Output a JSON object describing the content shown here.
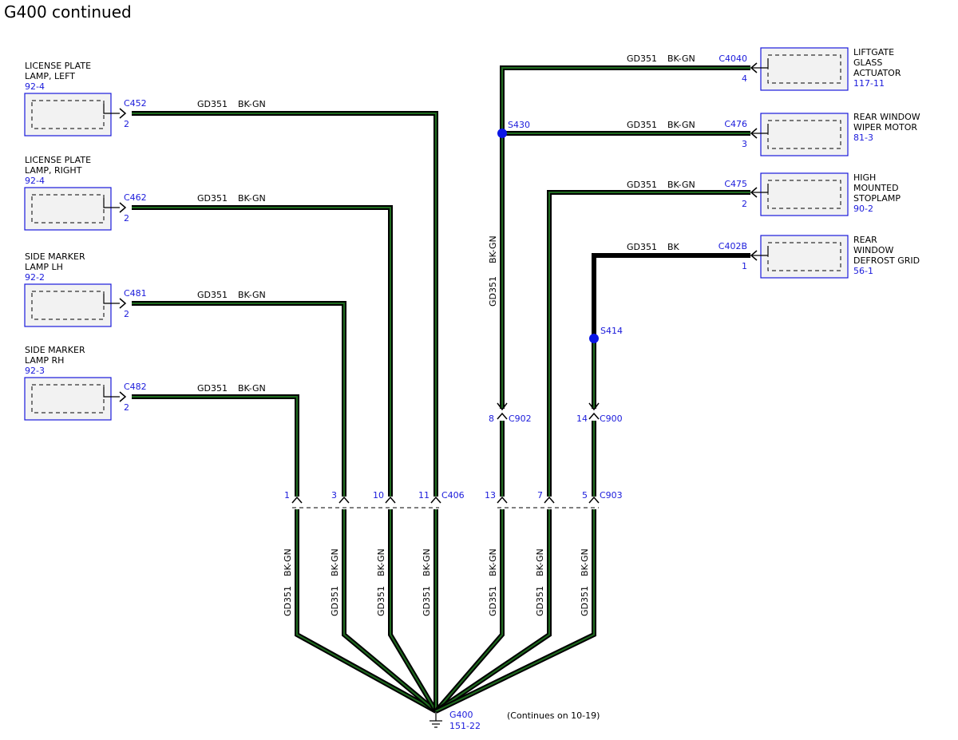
{
  "title": "G400 continued",
  "colors": {
    "wire_outline": "#000000",
    "wire_stripe": "#1f6b1f",
    "blue": "#1a1adb",
    "component_fill": "#f2f2f2",
    "splice": "#0b16e6"
  },
  "components": {
    "lic_left": {
      "lines": [
        "LICENSE PLATE",
        "LAMP, LEFT"
      ],
      "ref": "92-4",
      "connector": "C452",
      "pin": "2"
    },
    "lic_right": {
      "lines": [
        "LICENSE PLATE",
        "LAMP, RIGHT"
      ],
      "ref": "92-4",
      "connector": "C462",
      "pin": "2"
    },
    "side_lh": {
      "lines": [
        "SIDE MARKER",
        "LAMP LH"
      ],
      "ref": "92-2",
      "connector": "C481",
      "pin": "2"
    },
    "side_rh": {
      "lines": [
        "SIDE MARKER",
        "LAMP RH"
      ],
      "ref": "92-3",
      "connector": "C482",
      "pin": "2"
    },
    "liftgate": {
      "lines": [
        "LIFTGATE",
        "GLASS",
        "ACTUATOR"
      ],
      "ref": "117-11",
      "connector": "C4040",
      "pin": "4"
    },
    "wiper": {
      "lines": [
        "REAR WINDOW",
        "WIPER MOTOR"
      ],
      "ref": "81-3",
      "connector": "C476",
      "pin": "3"
    },
    "stoplamp": {
      "lines": [
        "HIGH",
        "MOUNTED",
        "STOPLAMP"
      ],
      "ref": "90-2",
      "connector": "C475",
      "pin": "2"
    },
    "defrost": {
      "lines": [
        "REAR",
        "WINDOW",
        "DEFROST GRID"
      ],
      "ref": "56-1",
      "connector": "C402B",
      "pin": "1"
    }
  },
  "wires": {
    "circuit": "GD351",
    "color": "BK-GN",
    "defrost_color": "BK"
  },
  "splices": {
    "s430": "S430",
    "s414": "S414"
  },
  "inline_connectors": {
    "c902": {
      "name": "C902",
      "pin": "8"
    },
    "c900": {
      "name": "C900",
      "pin": "14"
    },
    "c406": {
      "name": "C406",
      "pins": [
        "1",
        "3",
        "10",
        "11"
      ]
    },
    "c903": {
      "name": "C903",
      "pins": [
        "13",
        "7",
        "5"
      ]
    }
  },
  "ground": {
    "name": "G400",
    "ref": "151-22"
  },
  "note": "(Continues on 10-19)"
}
